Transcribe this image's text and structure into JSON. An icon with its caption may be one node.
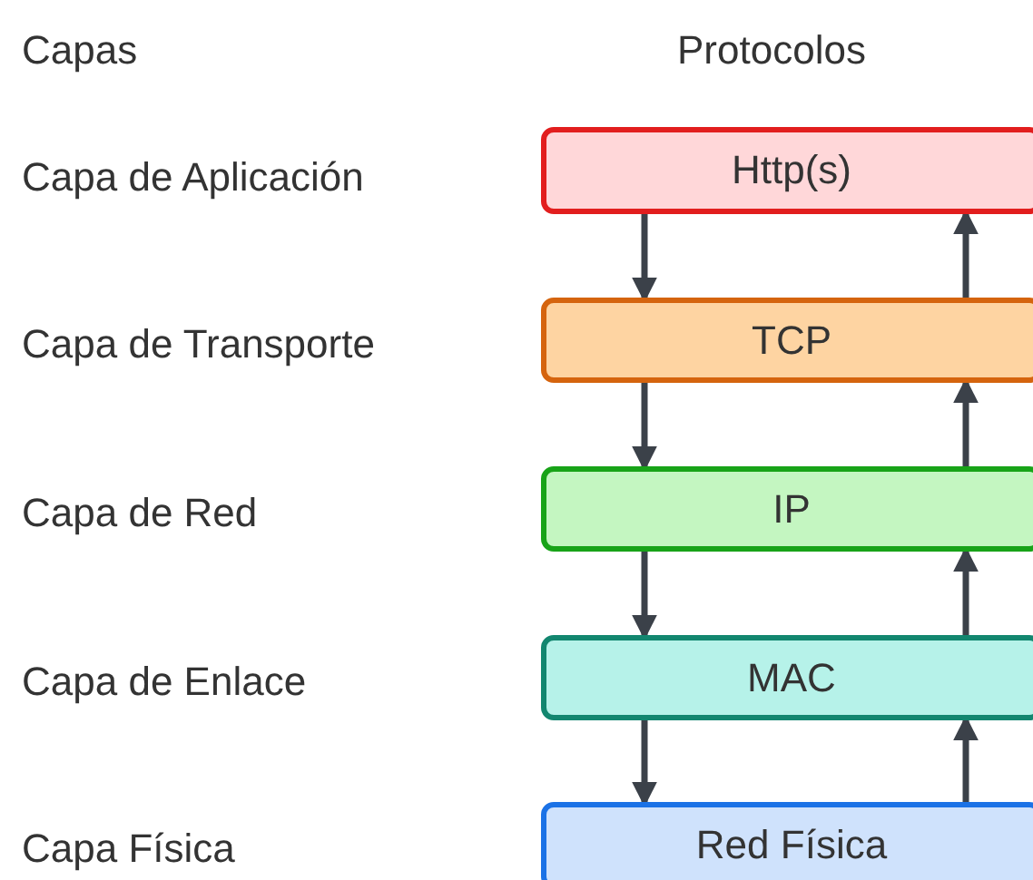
{
  "diagram": {
    "nodes": [
      {
        "text": [
          "Http(s)"
        ]
      },
      {
        "text": [
          "TCP"
        ]
      },
      {
        "text": [
          "IP"
        ]
      },
      {
        "text": [
          "MAC"
        ]
      },
      {
        "text": [
          "Red Física"
        ]
      }
    ],
    "edges": [
      {
        "from": 0,
        "to": 1,
        "arrow": "to"
      },
      {
        "from": 1,
        "to": 0,
        "arrow": "to"
      },
      {
        "from": 1,
        "to": 2,
        "arrow": "to"
      },
      {
        "from": 2,
        "to": 1,
        "arrow": "to"
      },
      {
        "from": 2,
        "to": 3,
        "arrow": "to"
      },
      {
        "from": 3,
        "to": 2,
        "arrow": "to"
      },
      {
        "from": 3,
        "to": 4,
        "arrow": "to"
      },
      {
        "from": 4,
        "to": 3,
        "arrow": "to"
      }
    ],
    "labels": [
      "Capas",
      "Protocolos",
      "Capa de Aplicación",
      "Capa de Transporte",
      "Capa de Red",
      "Capa de Enlace",
      "Capa Física"
    ]
  }
}
